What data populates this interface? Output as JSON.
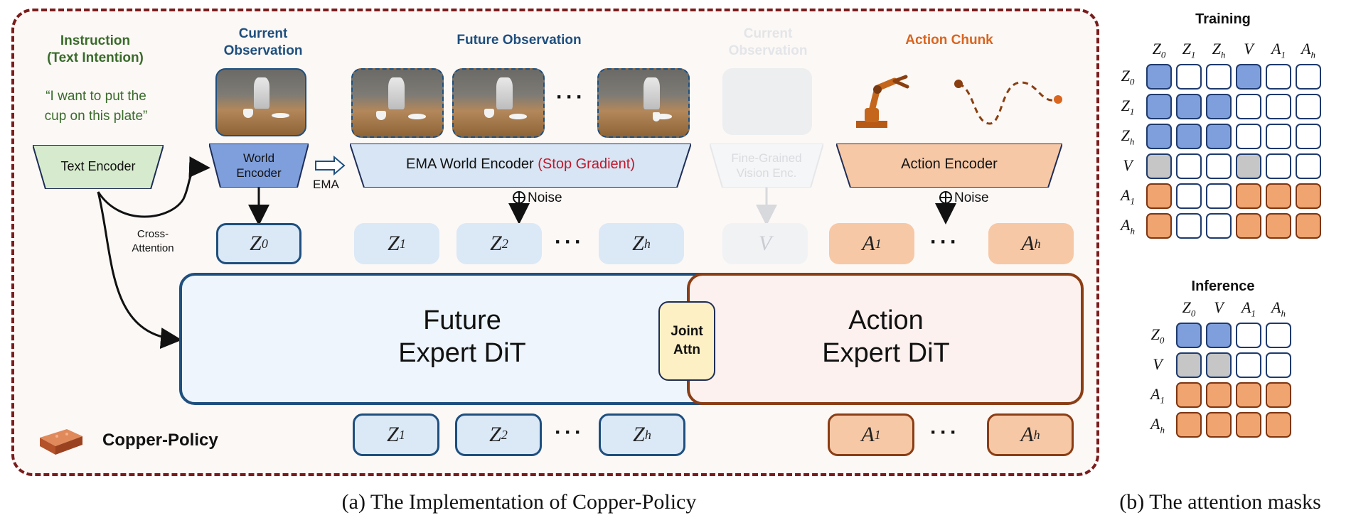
{
  "instruction": {
    "title_line1": "Instruction",
    "title_line2": "(Text Intention)",
    "quote_line1": "“I want to put the",
    "quote_line2": "cup on this plate”"
  },
  "text_encoder": "Text Encoder",
  "cross_attention_line1": "Cross-",
  "cross_attention_line2": "Attention",
  "current_observation_line1": "Current",
  "current_observation_line2": "Observation",
  "world_encoder_line1": "World",
  "world_encoder_line2": "Encoder",
  "ema": "EMA",
  "future_observation": "Future Observation",
  "ema_world_encoder": "EMA World Encoder",
  "stop_gradient": "(Stop Gradient)",
  "noise_label": "Noise",
  "fine_grained_line1": "Fine-Grained",
  "fine_grained_line2": "Vision Enc.",
  "action_chunk": "Action Chunk",
  "action_encoder": "Action Encoder",
  "ellipsis": "···",
  "future_expert_line1": "Future",
  "future_expert_line2": "Expert DiT",
  "joint_attn_line1": "Joint",
  "joint_attn_line2": "Attn",
  "action_expert_line1": "Action",
  "action_expert_line2": "Expert DiT",
  "copper_policy": "Copper-Policy",
  "caption_a": "(a) The Implementation of Copper-Policy",
  "caption_b": "(b) The attention masks",
  "tokens": {
    "z_sym": "Z",
    "v_sym": "V",
    "a_sym": "A",
    "sub_0": "0",
    "sub_1": "1",
    "sub_2": "2",
    "sub_h": "h"
  },
  "training_title": "Training",
  "inference_title": "Inference",
  "colors": {
    "frame_border": "#7a1c1c",
    "future_blue": "#1e4f7e",
    "action_brown": "#8b3d14",
    "instruction_green": "#3a6b2a",
    "action_chunk_orange": "#d9651f",
    "stop_gradient_red": "#c0172b",
    "mask_blue": "#7f9fdc",
    "mask_gray": "#c6c6c6",
    "mask_orange": "#f0a46f"
  },
  "icons": [
    "copper-brick-icon",
    "robot-arm-icon",
    "trajectory-icon",
    "noise-plus-icon",
    "ema-arrow-icon"
  ],
  "training_mask": [
    [
      "b",
      "w",
      "w",
      "b",
      "w",
      "w"
    ],
    [
      "b",
      "b",
      "b",
      "w",
      "w",
      "w"
    ],
    [
      "b",
      "b",
      "b",
      "w",
      "w",
      "w"
    ],
    [
      "g",
      "w",
      "w",
      "g",
      "w",
      "w"
    ],
    [
      "o",
      "w",
      "w",
      "o",
      "o",
      "o"
    ],
    [
      "o",
      "w",
      "w",
      "o",
      "o",
      "o"
    ]
  ],
  "inference_mask": [
    [
      "b",
      "b",
      "w",
      "w"
    ],
    [
      "g",
      "g",
      "w",
      "w"
    ],
    [
      "o",
      "o",
      "o",
      "o"
    ],
    [
      "o",
      "o",
      "o",
      "o"
    ]
  ]
}
